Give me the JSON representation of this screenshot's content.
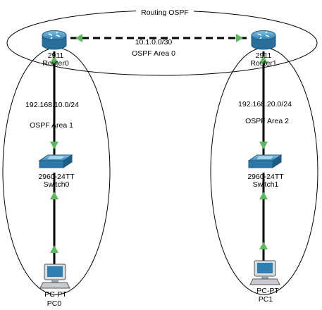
{
  "title": "Routing OSPF",
  "core_link": {
    "network": "10.1.0.0/30",
    "area": "OSPF Area 0"
  },
  "left_area": {
    "network": "192.168.10.0/24",
    "area": "OSPF Area 1"
  },
  "right_area": {
    "network": "192.168.20.0/24",
    "area": "OSPF Area 2"
  },
  "devices": {
    "router0": {
      "model": "2911",
      "name": "Router0",
      "icon": "router-icon"
    },
    "router1": {
      "model": "2911",
      "name": "Router1",
      "icon": "router-icon"
    },
    "switch0": {
      "model": "2960-24TT",
      "name": "Switch0",
      "icon": "switch-icon"
    },
    "switch1": {
      "model": "2960-24TT",
      "name": "Switch1",
      "icon": "switch-icon"
    },
    "pc0": {
      "model": "PC-PT",
      "name": "PC0",
      "icon": "pc-icon"
    },
    "pc1": {
      "model": "PC-PT",
      "name": "PC1",
      "icon": "pc-icon"
    }
  },
  "colors": {
    "link_up": "#5cb85c",
    "cable": "#000000",
    "device_blue": "#3a88b9",
    "device_dark": "#1f5a82"
  }
}
